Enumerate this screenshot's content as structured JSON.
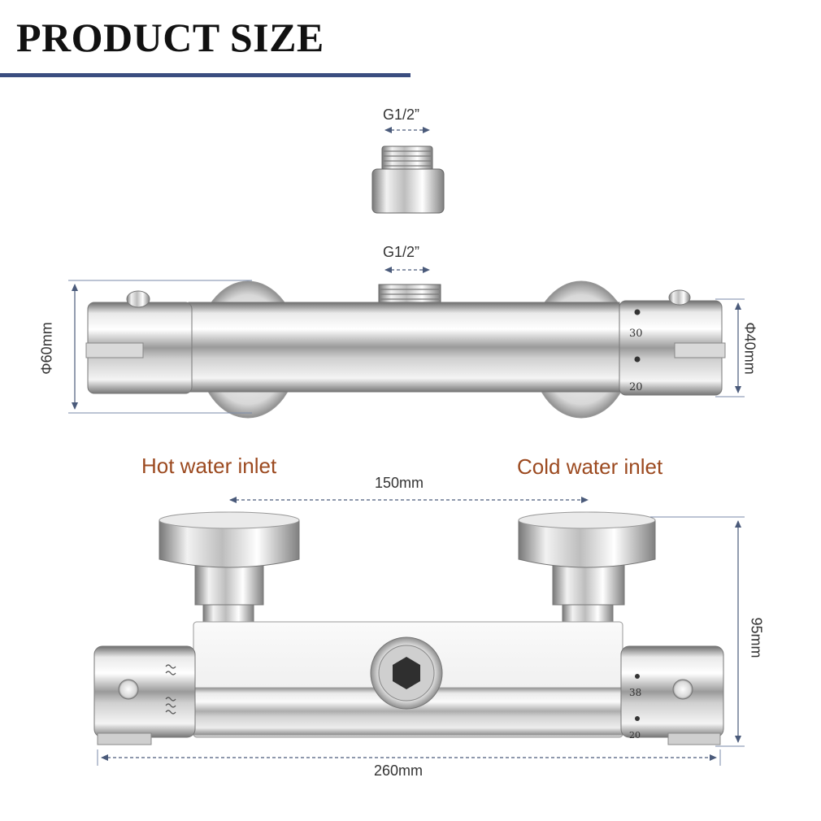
{
  "title": "PRODUCT SIZE",
  "colors": {
    "title_rule": "#3a4d80",
    "inlet_text": "#9c4a20",
    "dimension": "#4a5a7a"
  },
  "adapter": {
    "thread_label": "G1/2”"
  },
  "top_view": {
    "outlet_thread_label": "G1/2”",
    "left_diameter": "Φ60mm",
    "right_diameter": "Φ40mm",
    "dial_marks": [
      "30",
      "20"
    ]
  },
  "front_view": {
    "hot_inlet_label": "Hot water inlet",
    "cold_inlet_label": "Cold water inlet",
    "inlet_spacing": "150mm",
    "height": "95mm",
    "length": "260mm",
    "dial_marks": [
      "38",
      "20"
    ]
  }
}
